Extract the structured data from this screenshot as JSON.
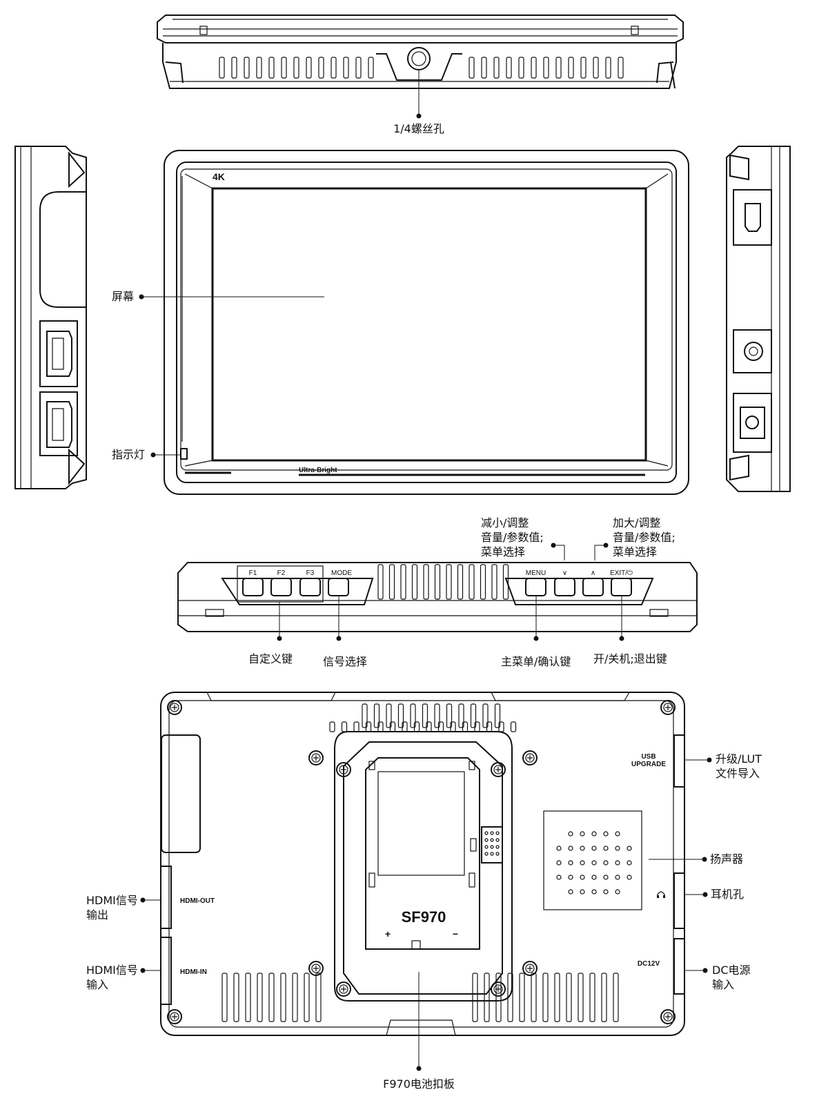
{
  "top_view": {
    "tripod_label": "1/4螺丝孔"
  },
  "front_view": {
    "badge_4k": "4K",
    "brand_text": "Ultra-Bright",
    "screen_label": "屏幕",
    "indicator_label": "指示灯"
  },
  "button_view": {
    "buttons": [
      "F1",
      "F2",
      "F3",
      "MODE",
      "MENU",
      "∨",
      "∧",
      "EXIT/⏻"
    ],
    "decrease_label": [
      "减小/调整",
      "音量/参数值;",
      "菜单选择"
    ],
    "increase_label": [
      "加大/调整",
      "音量/参数值;",
      "菜单选择"
    ],
    "custom_keys_label": "自定义键",
    "signal_select_label": "信号选择",
    "menu_confirm_label": "主菜单/确认键",
    "power_exit_label": "开/关机;退出键"
  },
  "back_view": {
    "usb_port_text": [
      "USB",
      "UPGRADE"
    ],
    "usb_label": [
      "升级/LUT",
      "文件导入"
    ],
    "speaker_label": "扬声器",
    "headphone_label": "耳机孔",
    "dc_port_text": "DC12V",
    "dc_label": [
      "DC电源",
      "输入"
    ],
    "hdmi_out_text": "HDMI-OUT",
    "hdmi_out_label": [
      "HDMI信号",
      "输出"
    ],
    "hdmi_in_text": "HDMI-IN",
    "hdmi_in_label": [
      "HDMI信号",
      "输入"
    ],
    "battery_model": "SF970",
    "plus": "+",
    "minus": "−",
    "battery_plate_label": "F970电池扣板"
  }
}
